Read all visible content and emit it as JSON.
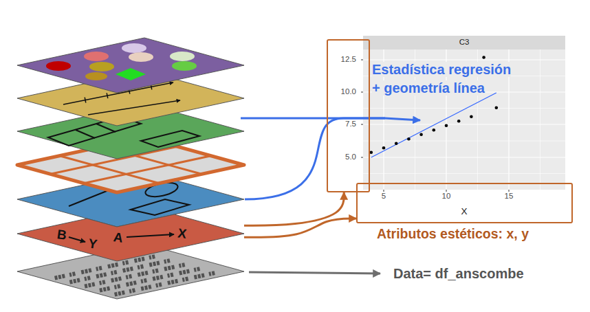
{
  "diagram": {
    "nodes": [
      {
        "text": [
          "C3"
        ]
      },
      {
        "text": [
          "12.5",
          "10.0",
          "7.5",
          "5.0"
        ]
      },
      {
        "text": [
          "5",
          "10",
          "15",
          "X"
        ]
      },
      {
        "text": [
          "A",
          "X",
          "B",
          "Y"
        ]
      }
    ],
    "edges": [
      {
        "from": 3,
        "to": 1,
        "arrow": "to"
      },
      {
        "from": 3,
        "to": 2,
        "arrow": "to"
      }
    ],
    "labels": [
      "Estadística regresión + geometría línea",
      "Atributos estéticos: x, y",
      "Data= df_anscombe"
    ]
  }
}
